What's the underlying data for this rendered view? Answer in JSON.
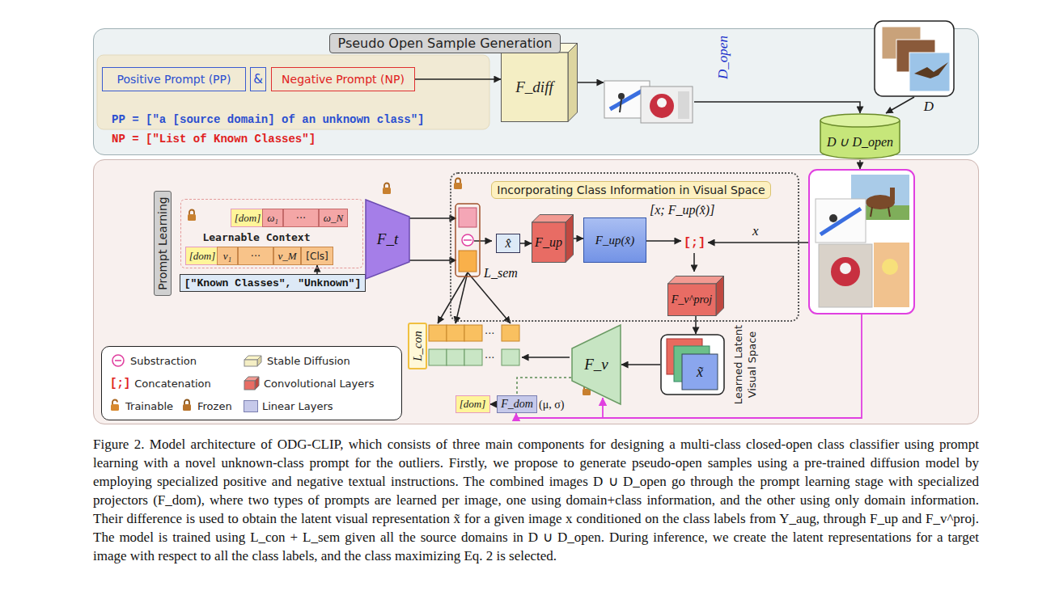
{
  "diagram": {
    "caption": "Figure 2. Model architecture of ODG-CLIP, which consists of three main components for designing a multi-class closed-open class classifier using prompt learning with a novel unknown-class prompt for the outliers. Firstly, we propose to generate pseudo-open samples using a pre-trained diffusion model by employing specialized positive and negative textual instructions. The combined images D ∪ D_open go through the prompt learning stage with specialized projectors (F_dom), where two types of prompts are learned per image, one using domain+class information, and the other using only domain information. Their difference is used to obtain the latent visual representation x̃ for a given image x conditioned on the class labels from Y_aug, through F_up and F_v^proj. The model is trained using L_con + L_sem given all the source domains in D ∪ D_open. During inference, we create the latent representations for a target image with respect to all the class labels, and the class maximizing Eq. 2 is selected.",
    "nodes": [
      {
        "text": [
          "Pseudo Open Sample Generation"
        ]
      },
      {
        "text": [
          "Positive Prompt (PP)"
        ],
        "in": 0
      },
      {
        "text": [
          "&"
        ],
        "in": 0
      },
      {
        "text": [
          "Negative Prompt (NP)"
        ],
        "in": 0
      },
      {
        "text": [
          "F_diff"
        ],
        "in": 0
      },
      {
        "text": [
          "D_open"
        ],
        "in": 0
      },
      {
        "text": [
          "D ∪ D_open"
        ]
      },
      {
        "text": [
          "D"
        ]
      },
      {
        "text": [
          "Prompt Learning"
        ]
      },
      {
        "text": [
          "Learnable Context"
        ],
        "in": 8
      },
      {
        "text": [
          "[dom]"
        ],
        "in": 9
      },
      {
        "text": [
          "ω₁"
        ],
        "in": 9
      },
      {
        "text": [
          "···"
        ],
        "in": 9
      },
      {
        "text": [
          "ω_N"
        ],
        "in": 9
      },
      {
        "text": [
          "[dom]"
        ],
        "in": 9
      },
      {
        "text": [
          "ν₁"
        ],
        "in": 9
      },
      {
        "text": [
          "···"
        ],
        "in": 9
      },
      {
        "text": [
          "ν_M"
        ],
        "in": 9
      },
      {
        "text": [
          "[Cls]"
        ],
        "in": 9
      },
      {
        "text": [
          "[\"Known Classes\", \"Unknown\"]"
        ],
        "in": 8
      },
      {
        "text": [
          "F_t"
        ],
        "in": 8
      },
      {
        "text": [
          "Incorporating Class Information in Visual Space"
        ],
        "in": 8
      },
      {
        "text": [
          "x̂"
        ],
        "in": 21
      },
      {
        "text": [
          "F_up"
        ],
        "in": 21
      },
      {
        "text": [
          "F_up(x̂)"
        ],
        "in": 21
      },
      {
        "text": [
          "F_v^proj"
        ],
        "in": 21
      },
      {
        "text": [
          "Learned Latent Visual Space",
          "x̃"
        ],
        "in": 8
      },
      {
        "text": [
          "F_v"
        ],
        "in": 8
      },
      {
        "text": [
          "L_con"
        ],
        "in": 8
      },
      {
        "text": [
          "[dom]"
        ],
        "in": 8
      },
      {
        "text": [
          "F_dom"
        ],
        "in": 8
      }
    ],
    "edges": [
      {
        "from": 3,
        "to": 4,
        "arrow": "to"
      },
      {
        "from": 4,
        "to": 5,
        "arrow": "to"
      },
      {
        "from": 5,
        "to": 6,
        "arrow": "to"
      },
      {
        "from": 7,
        "to": 6,
        "arrow": "to"
      },
      {
        "from": 19,
        "to": 18,
        "arrow": "to"
      },
      {
        "from": 22,
        "to": 23,
        "arrow": "to"
      },
      {
        "from": 23,
        "to": 24,
        "arrow": "to"
      },
      {
        "from": 25,
        "to": 26,
        "arrow": "to"
      },
      {
        "from": 26,
        "to": 27,
        "arrow": "to"
      },
      {
        "from": 27,
        "to": 30,
        "arrow": "none"
      },
      {
        "from": 30,
        "to": 29,
        "arrow": "to"
      }
    ],
    "labels": [
      "PP = [\"a [source domain] of an unknown class\"]",
      "NP = [\"List of Known Classes\"]",
      "L_sem",
      "[x; F_up(x̂)]",
      "[;]",
      "x",
      "(μ, σ)",
      "[;]",
      "···",
      "···"
    ],
    "legend": [
      {
        "text": "Substraction"
      },
      {
        "text": "Stable Diffusion"
      },
      {
        "text": "Concatenation"
      },
      {
        "text": "Convolutional Layers"
      },
      {
        "text": "Trainable"
      },
      {
        "text": "Frozen"
      },
      {
        "text": "Linear Layers",
        "color": "#c6c9ea"
      }
    ]
  }
}
